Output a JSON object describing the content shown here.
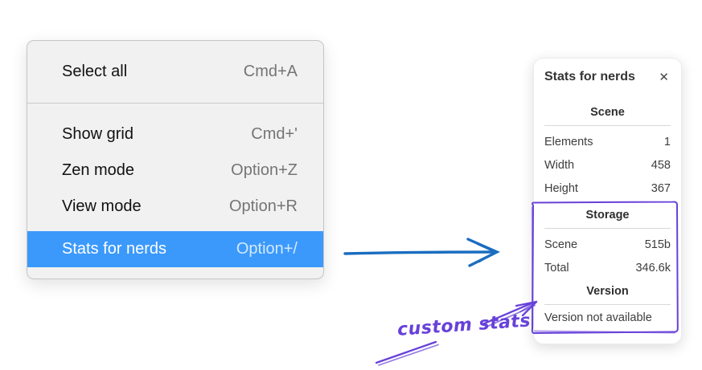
{
  "colors": {
    "canvas-bg": "#ffffff",
    "menu-bg": "#f1f1f2",
    "menu-border": "#c5c5c8",
    "menu-text": "#111111",
    "menu-shortcut": "#757575",
    "menu-divider": "#c9c9cc",
    "highlight-bg": "#3b99fc",
    "highlight-text": "#ffffff",
    "highlight-shortcut": "#d3e9fe",
    "panel-bg": "#ffffff",
    "panel-text": "#3d3d3d",
    "panel-line": "#d8d8d8",
    "arrow-blue": "#1a6dc0",
    "annotation-purple": "#6741d9"
  },
  "context_menu": {
    "items": [
      {
        "label": "Select all",
        "shortcut": "Cmd+A"
      },
      {
        "label": "Show grid",
        "shortcut": "Cmd+'"
      },
      {
        "label": "Zen mode",
        "shortcut": "Option+Z"
      },
      {
        "label": "View mode",
        "shortcut": "Option+R"
      },
      {
        "label": "Stats for nerds",
        "shortcut": "Option+/",
        "selected": true
      }
    ]
  },
  "stats_panel": {
    "title": "Stats for nerds",
    "close_icon": "✕",
    "sections": [
      {
        "heading": "Scene",
        "rows": [
          {
            "label": "Elements",
            "value": "1"
          },
          {
            "label": "Width",
            "value": "458"
          },
          {
            "label": "Height",
            "value": "367"
          }
        ]
      },
      {
        "heading": "Storage",
        "rows": [
          {
            "label": "Scene",
            "value": "515b"
          },
          {
            "label": "Total",
            "value": "346.6k"
          }
        ]
      },
      {
        "heading": "Version",
        "note": "Version not available"
      }
    ]
  },
  "annotation": {
    "label": "custom stats"
  }
}
